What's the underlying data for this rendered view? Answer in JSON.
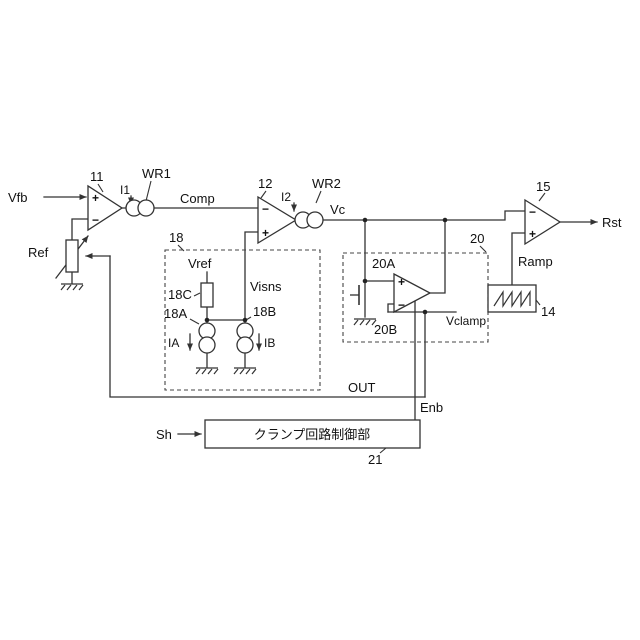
{
  "diagram": {
    "type": "circuit-schematic-patent-figure",
    "colors": {
      "wire": "#333333",
      "text": "#111111",
      "background": "#ffffff"
    }
  },
  "labels": {
    "vfb": "Vfb",
    "ref": "Ref",
    "n11": "11",
    "i1": "I1",
    "wr1": "WR1",
    "comp": "Comp",
    "n12": "12",
    "i2": "I2",
    "wr2": "WR2",
    "vc": "Vc",
    "n15": "15",
    "rst": "Rst",
    "ramp": "Ramp",
    "n14": "14",
    "n18": "18",
    "vref": "Vref",
    "n18c": "18C",
    "visns": "Visns",
    "n18a": "18A",
    "n18b": "18B",
    "ia": "IA",
    "ib": "IB",
    "n20": "20",
    "n20a": "20A",
    "n20b": "20B",
    "vclamp": "Vclamp",
    "out": "OUT",
    "enb": "Enb",
    "sh": "Sh",
    "n21": "21",
    "control_unit": "クランプ回路制御部",
    "plus": "+",
    "minus": "−"
  }
}
